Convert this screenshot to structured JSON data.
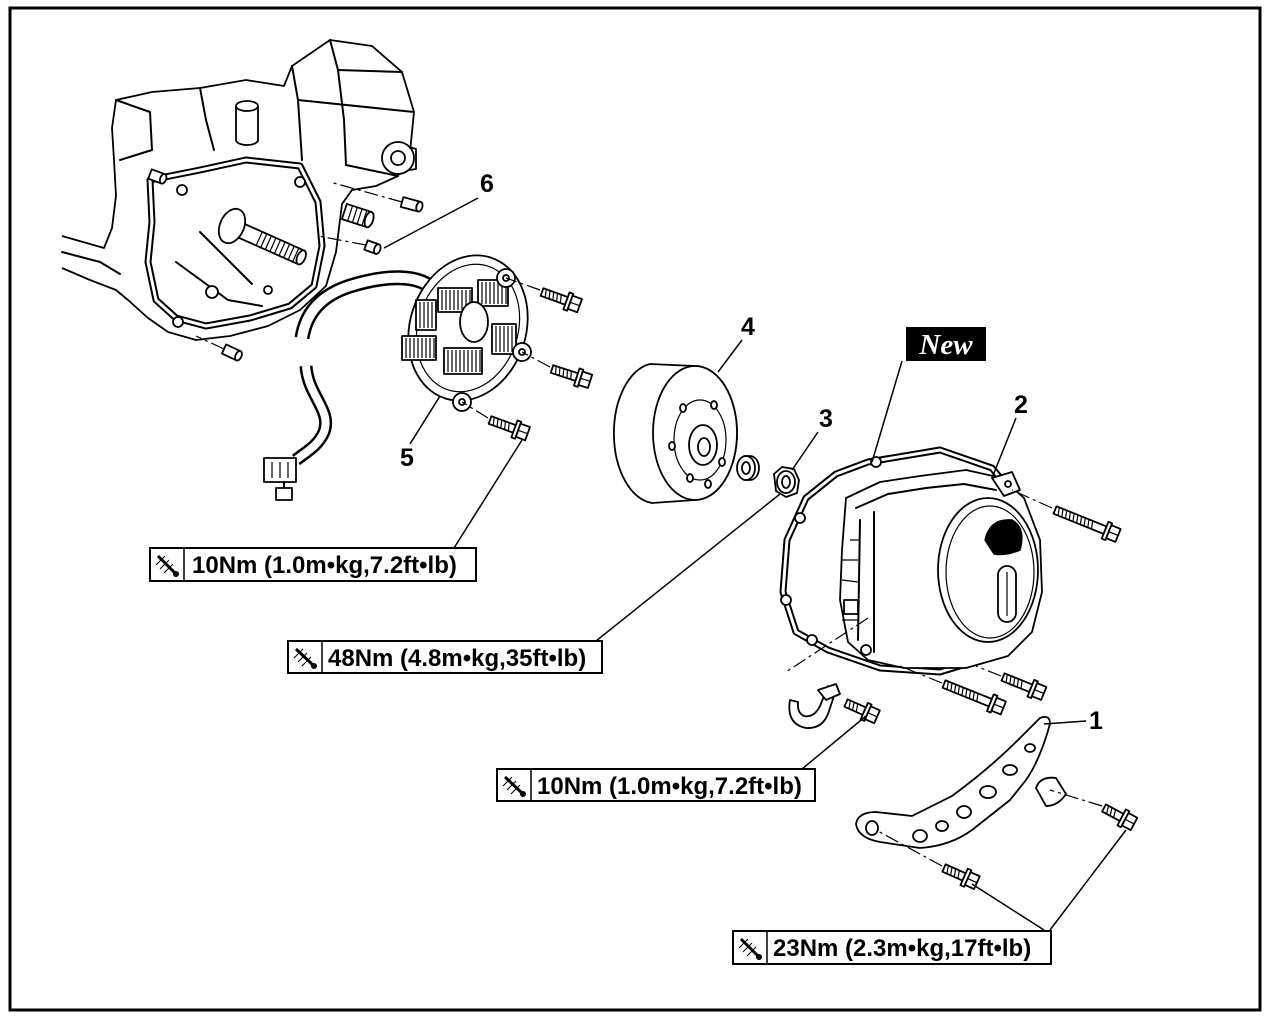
{
  "figure": {
    "badge_new": "New",
    "part_numbers": [
      "1",
      "2",
      "3",
      "4",
      "5",
      "6"
    ],
    "torque_specs": [
      "10Nm (1.0m•kg,7.2ft•lb)",
      "48Nm (4.8m•kg,35ft•lb)",
      "10Nm (1.0m•kg,7.2ft•lb)",
      "23Nm (2.3m•kg,17ft•lb)"
    ],
    "icons": {
      "torque_spec": "torque-wrench-icon"
    },
    "colors": {
      "line": "#000000",
      "background": "#ffffff",
      "badge": "#000000"
    }
  }
}
